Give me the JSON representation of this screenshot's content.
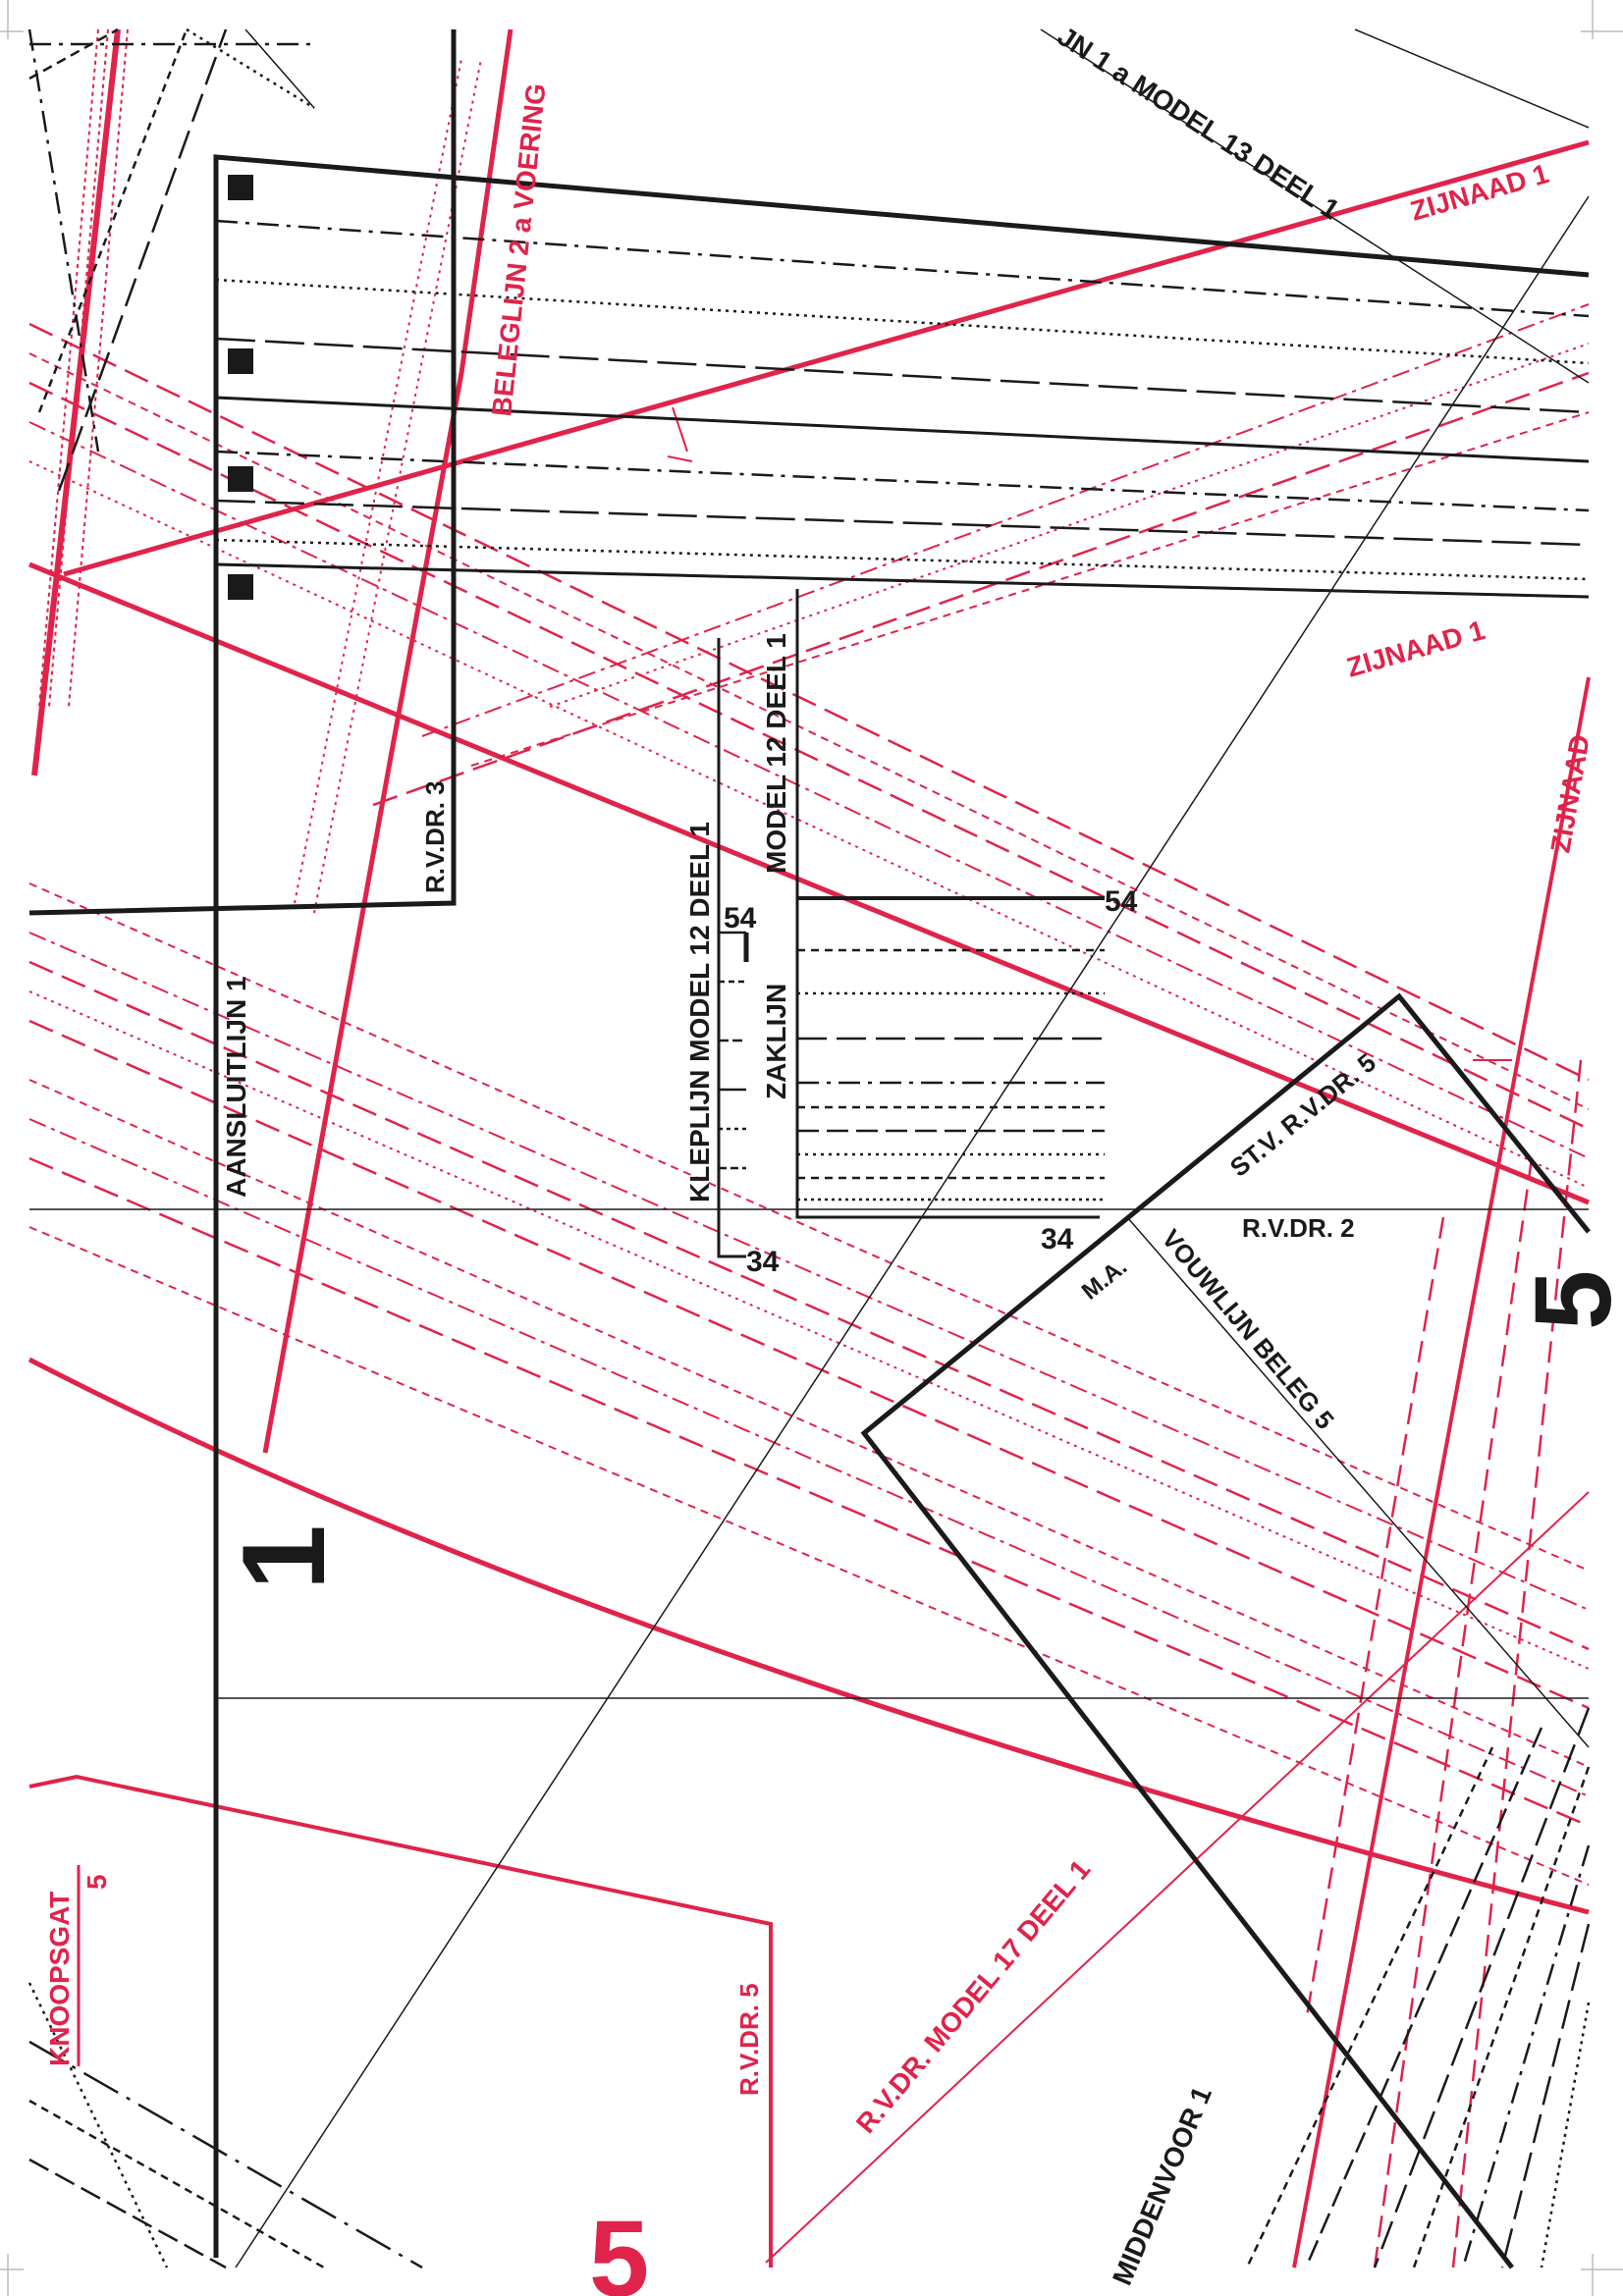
{
  "colors": {
    "black": "#1a1a1a",
    "red": "#e0234a",
    "paper": "#ffffff"
  },
  "labels": {
    "model13": "JN 1 a MODEL 13 DEEL 1",
    "zijnaad_top": "ZIJNAAD 1",
    "zijnaad_mid": "ZIJNAAD 1",
    "zijnaad_right": "ZIJNAAD",
    "beleglijn": "BELEGLIJN 2 a VOERING",
    "rvdr3": "R.V.DR. 3",
    "aansluitlijn": "AANSLUITLIJN 1",
    "kleplijn": "KLEPLIJN MODEL 12 DEEL 1",
    "zaklijn": "ZAKLIJN",
    "model12": "MODEL 12 DEEL 1",
    "n54_right": "54",
    "n54_left": "54",
    "n34_bottom": "34",
    "n34_right": "34",
    "rvdr2": "R.V.DR.  2",
    "stvrvdr5": "ST.V. R.V.DR. 5",
    "ma": "M.A.",
    "vouwlijn": "VOUWLIJN BELEG 5",
    "big1": "1",
    "big5": "5",
    "big5_bottom": "5",
    "knoopsgat": "KNOOPSGAT",
    "knoopsgat_num": "5",
    "rvdr5": "R.V.DR. 5",
    "rvdr_model17": "R.V.DR. MODEL 17 DEEL 1",
    "middenvoor": "MIDDENVOOR 1"
  }
}
